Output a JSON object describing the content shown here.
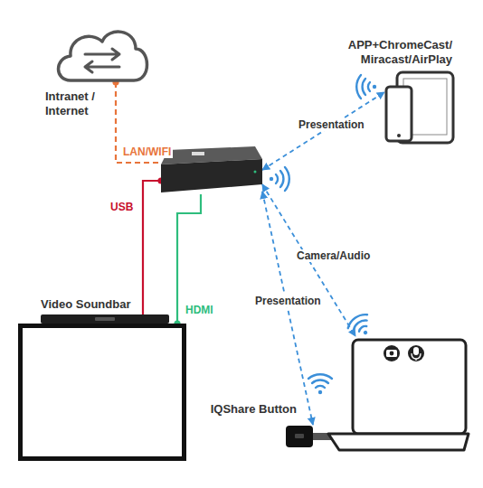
{
  "diagram": {
    "nodes": [
      {
        "text": [
          "Intranet / Internet"
        ]
      },
      {
        "text": [
          "APP+ChromeCast/ Miracast/AirPlay"
        ]
      },
      {
        "text": []
      },
      {
        "text": [
          "Video Soundbar"
        ]
      },
      {
        "text": []
      },
      {
        "text": [
          "IQShare Button"
        ]
      },
      {
        "text": []
      }
    ],
    "edges": [
      {
        "from": 0,
        "to": 2,
        "arrow": "none",
        "label": "LAN/WIFI"
      },
      {
        "from": 2,
        "to": 3,
        "arrow": "none",
        "label": "USB"
      },
      {
        "from": 2,
        "to": 4,
        "arrow": "none",
        "label": "HDMI"
      },
      {
        "from": 2,
        "to": 1,
        "arrow": "both",
        "label": "Presentation"
      },
      {
        "from": 2,
        "to": 6,
        "arrow": "both",
        "label": "Camera/Audio"
      },
      {
        "from": 2,
        "to": 5,
        "arrow": "both",
        "label": "Presentation"
      }
    ]
  }
}
